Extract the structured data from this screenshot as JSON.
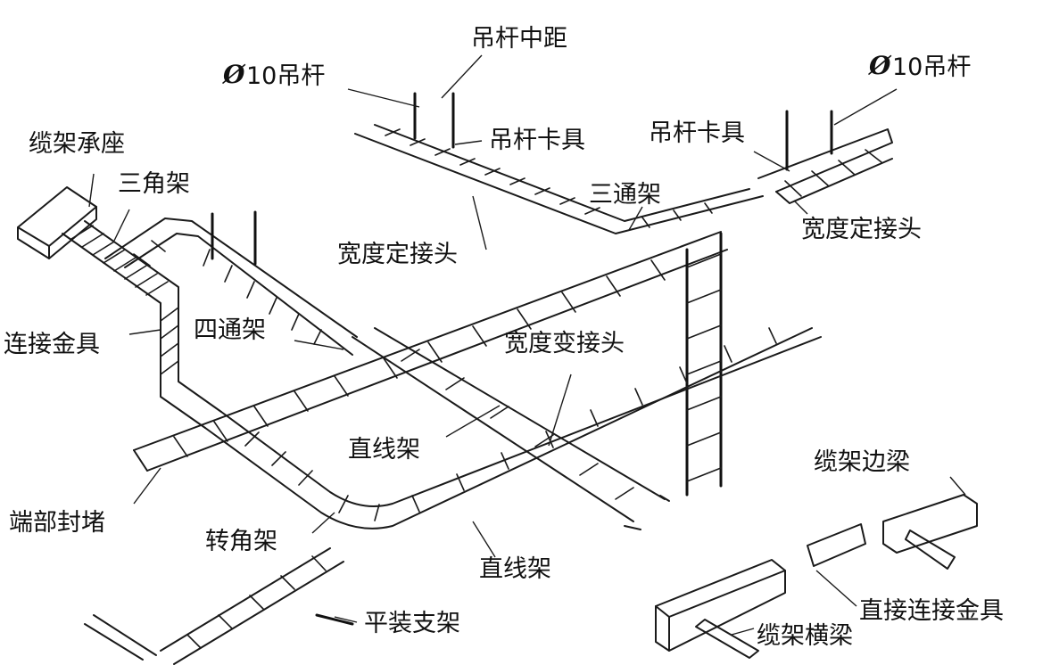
{
  "labels": {
    "rod_spacing": "吊杆中距",
    "rod_left_sym": "Ø",
    "rod_left_text": "10吊杆",
    "rod_right_sym": "Ø",
    "rod_right_text": "10吊杆",
    "rod_clamp_left": "吊杆卡具",
    "rod_clamp_right": "吊杆卡具",
    "tray_bearing": "缆架承座",
    "triangle_frame": "三角架",
    "tee_frame": "三通架",
    "width_fixed_joint_left": "宽度定接头",
    "width_fixed_joint_right": "宽度定接头",
    "connector_fitting": "连接金具",
    "cross_frame": "四通架",
    "width_change_joint": "宽度变接头",
    "straight_frame_1": "直线架",
    "end_cap": "端部封堵",
    "corner_frame": "转角架",
    "straight_frame_2": "直线架",
    "tray_side_beam": "缆架边梁",
    "direct_connector": "直接连接金具",
    "flat_bracket": "平装支架",
    "tray_cross_beam": "缆架横梁"
  }
}
